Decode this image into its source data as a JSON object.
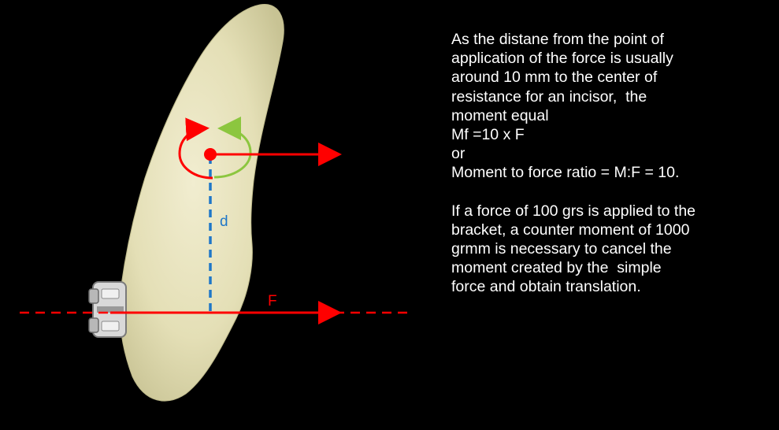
{
  "diagram": {
    "label_d": "d",
    "label_F": "F",
    "colors": {
      "background": "#000000",
      "force_arrow": "#ff0000",
      "moment_red": "#ff0000",
      "moment_green": "#8cc63f",
      "distance_line": "#1f77c8",
      "tooth": "#e9e4bf",
      "bracket": "#d9d9d9"
    }
  },
  "text": {
    "para1": [
      "As the distane from the point of",
      "application of the force is usually",
      "around 10 mm to the center of",
      "resistance for an incisor,  the",
      "moment equal",
      "Mf =10 x F",
      "or",
      "Moment to force ratio = M:F = 10."
    ],
    "para2": [
      "If a force of 100 grs is applied to the",
      "bracket, a counter moment of 1000",
      "grmm is necessary to cancel the",
      "moment created by the  simple",
      "force and obtain translation."
    ]
  }
}
